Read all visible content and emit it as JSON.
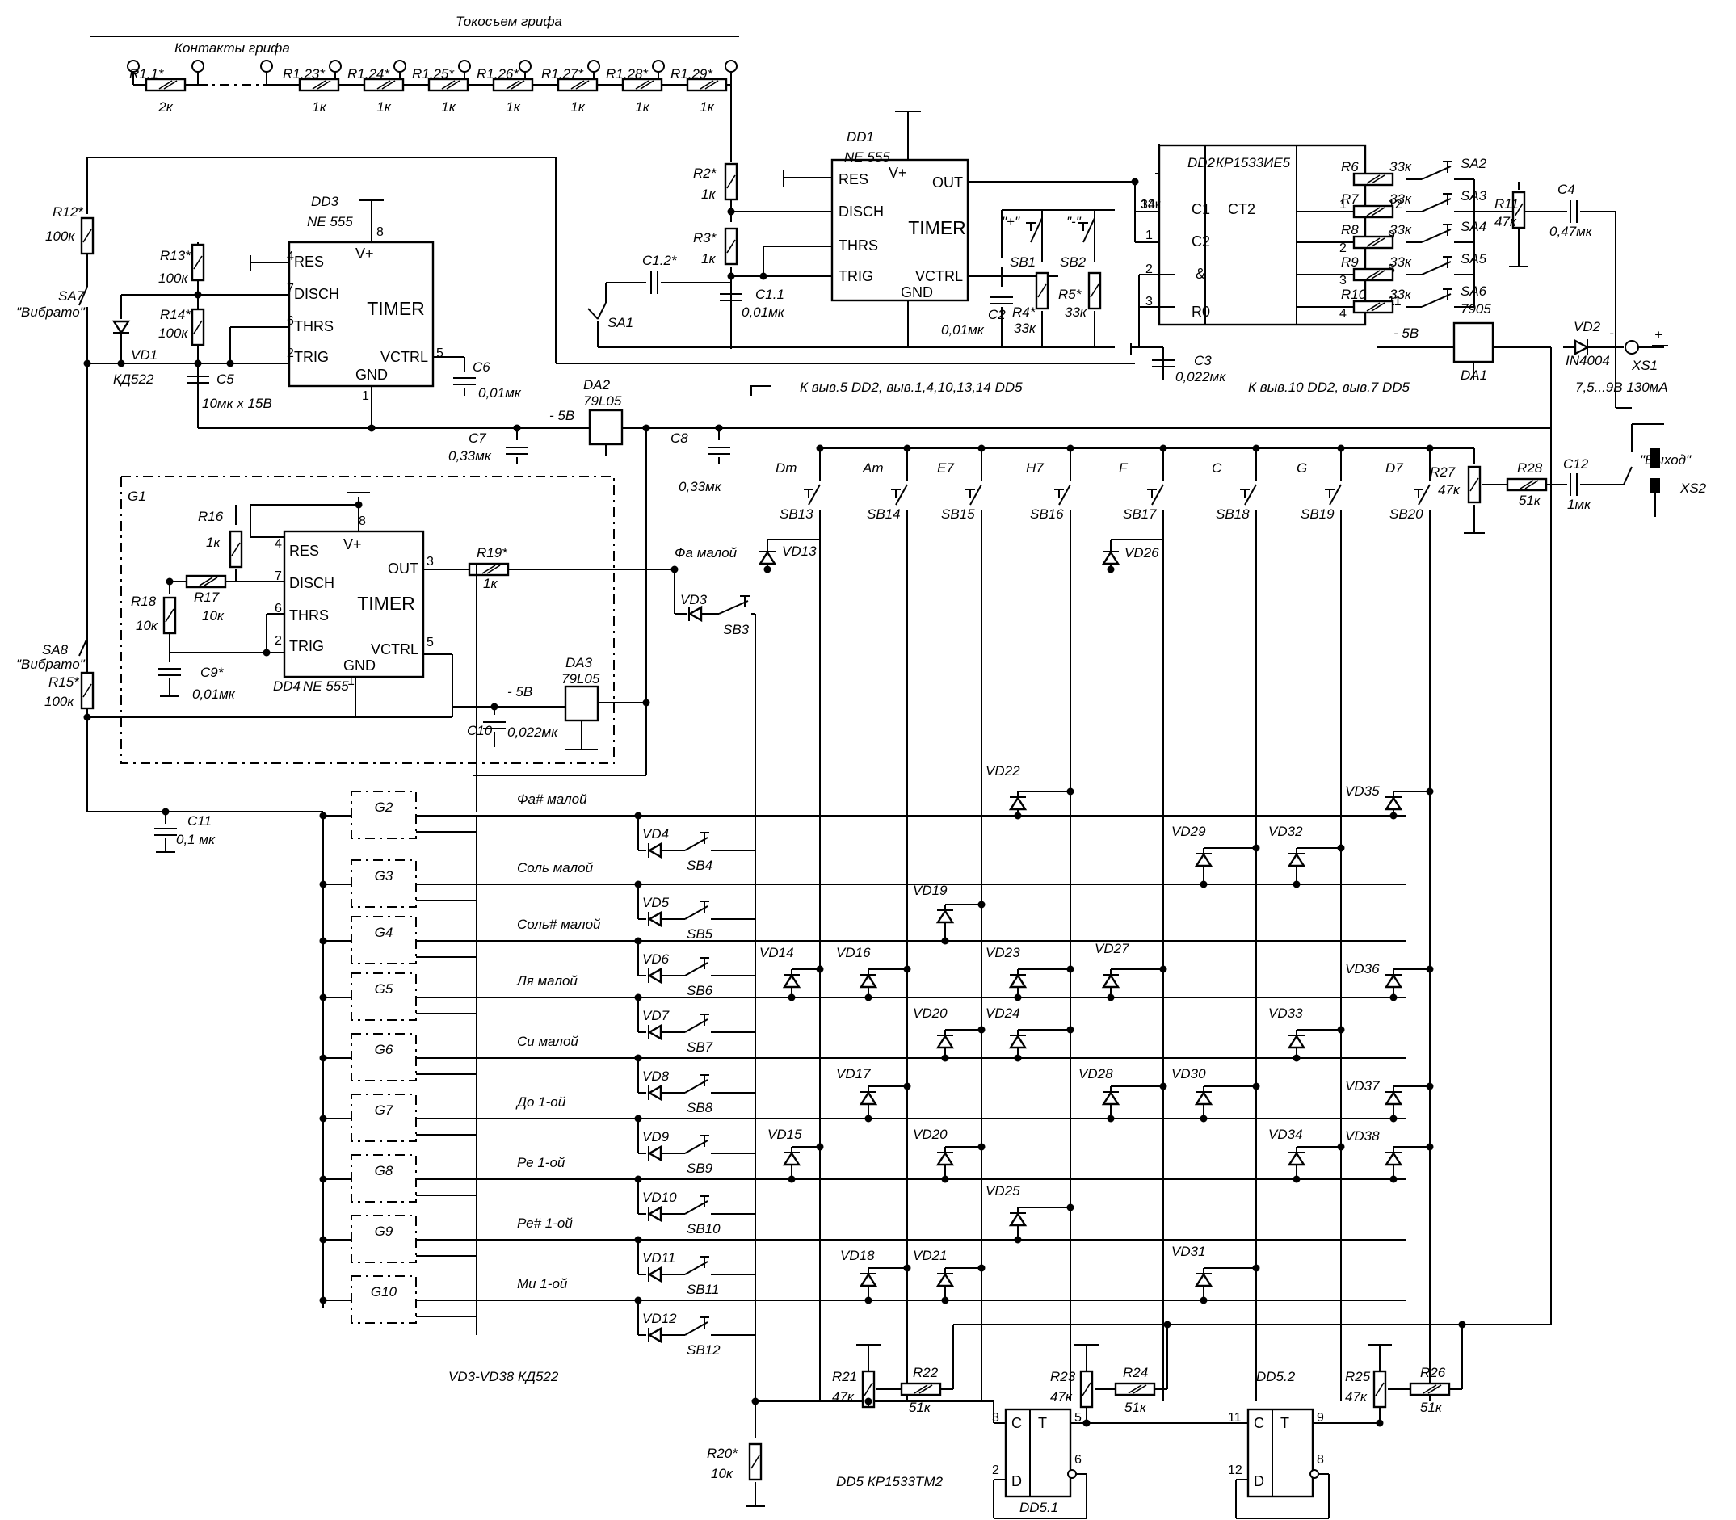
{
  "top": {
    "pickup_title": "Токосъем грифа",
    "contacts_title": "Контакты грифа"
  },
  "fret_resistors": [
    {
      "ref": "R1.1*",
      "val": "2к"
    },
    {
      "ref": "R1.23*",
      "val": "1к"
    },
    {
      "ref": "R1.24*",
      "val": "1к"
    },
    {
      "ref": "R1.25*",
      "val": "1к"
    },
    {
      "ref": "R1.26*",
      "val": "1к"
    },
    {
      "ref": "R1.27*",
      "val": "1к"
    },
    {
      "ref": "R1.28*",
      "val": "1к"
    },
    {
      "ref": "R1.29*",
      "val": "1к"
    }
  ],
  "timer": {
    "name": "TIMER",
    "pins": {
      "res": "RES",
      "disch": "DISCH",
      "thrs": "THRS",
      "trig": "TRIG",
      "vplus": "V+",
      "out": "OUT",
      "vctrl": "VCTRL",
      "gnd": "GND"
    },
    "dd1": {
      "ref": "DD1",
      "type": "NE 555"
    },
    "dd3": {
      "ref": "DD3",
      "type": "NE 555"
    },
    "dd4": {
      "ref": "DD4",
      "type": "NE 555"
    }
  },
  "dd2": {
    "ref": "DD2",
    "type": "КР1533ИЕ5",
    "c1": "C1",
    "c2": "C2",
    "ct": "CT2",
    "and": "&",
    "r0": "R0"
  },
  "dd5": {
    "title": "DD5 КР1533ТМ2",
    "u1": "DD5.1",
    "u2": "DD5.2",
    "c": "C",
    "t": "T",
    "d": "D"
  },
  "parts": {
    "R2": "R2*",
    "R2v": "1к",
    "R3": "R3*",
    "R3v": "1к",
    "C12s": "C1.2*",
    "C11s": "C1.1",
    "C11v": "0,01мк",
    "SA1": "SA1",
    "C2": "C2",
    "C2v": "0,01мк",
    "R4": "R4*",
    "R4v": "33к",
    "R5": "R5*",
    "R5v": "33к",
    "SB1": "SB1",
    "SB2": "SB2",
    "plus": "\"+\"",
    "minus": "\"-\"",
    "R12": "R12*",
    "R12v": "100к",
    "SA7": "SA7",
    "vibrato": "\"Вибрато\"",
    "R13": "R13*",
    "R13v": "100к",
    "R14": "R14*",
    "R14v": "100к",
    "VD1": "VD1",
    "VD1t": "КД522",
    "C5": "C5",
    "C5v": "10мк x 15В",
    "C6": "C6",
    "C6v": "0,01мк",
    "C7": "C7",
    "C7v": "0,33мк",
    "C8": "C8",
    "C8v": "0,33мк",
    "DA2": "DA2",
    "DA2t": "79L05",
    "m5v": "- 5В",
    "G1": "G1",
    "R16": "R16",
    "R16v": "1к",
    "R17": "R17",
    "R17v": "10к",
    "R18": "R18",
    "R18v": "10к",
    "C9": "C9*",
    "C9v": "0,01мк",
    "R19": "R19*",
    "R19v": "1к",
    "DA3": "DA3",
    "DA3t": "79L05",
    "C10": "C10",
    "C10v": "0,022мк",
    "SA8": "SA8",
    "R15": "R15*",
    "R15v": "100к",
    "C11": "C11",
    "C11bv": "0,1 мк",
    "R6": "R6",
    "R7": "R7",
    "R8": "R8",
    "R9": "R9",
    "R10": "R10",
    "r33": "33к",
    "SA2": "SA2",
    "SA3": "SA3",
    "SA4": "SA4",
    "SA5": "SA5",
    "SA6": "SA6",
    "R11": "R11",
    "R11v": "47к",
    "C4": "C4",
    "C4v": "0,47мк",
    "C3": "C3",
    "C3v": "0,022мк",
    "note1": "К выв.5 DD2, выв.1,4,10,13,14 DD5",
    "note2": "К выв.10 DD2, выв.7 DD5",
    "DA1": "DA1",
    "r7905": "7905",
    "VD2": "VD2",
    "VD2t": "IN4004",
    "XS1": "XS1",
    "XS1v": "7,5...9В 130мА",
    "out_label": "\"Выход\"",
    "XS2": "XS2",
    "R27": "R27",
    "R27v": "47к",
    "R28": "R28",
    "R28v": "51к",
    "C12": "C12",
    "C12v": "1мк",
    "R21": "R21",
    "R21v": "47к",
    "R22": "R22",
    "R22v": "51к",
    "R23": "R23",
    "R23v": "47к",
    "R24": "R24",
    "R24v": "51к",
    "R25": "R25",
    "R25v": "47к",
    "R26": "R26",
    "R26v": "51к",
    "R20": "R20*",
    "R20v": "10к",
    "diodes_note": "VD3-VD38 КД522",
    "VD3": "VD3",
    "SB3": "SB3",
    "fa_small": "Фа малой",
    "VD13": "VD13",
    "VD26": "VD26"
  },
  "chords": [
    {
      "name": "Dm",
      "sb": "SB13"
    },
    {
      "name": "Am",
      "sb": "SB14"
    },
    {
      "name": "E7",
      "sb": "SB15"
    },
    {
      "name": "H7",
      "sb": "SB16"
    },
    {
      "name": "F",
      "sb": "SB17"
    },
    {
      "name": "C",
      "sb": "SB18"
    },
    {
      "name": "G",
      "sb": "SB19"
    },
    {
      "name": "D7",
      "sb": "SB20"
    }
  ],
  "notes": [
    {
      "g": "G2",
      "name": "Фа# малой",
      "vd": "VD4",
      "sb": "SB4"
    },
    {
      "g": "G3",
      "name": "Соль малой",
      "vd": "VD5",
      "sb": "SB5"
    },
    {
      "g": "G4",
      "name": "Соль# малой",
      "vd": "VD6",
      "sb": "SB6"
    },
    {
      "g": "G5",
      "name": "Ля малой",
      "vd": "VD7",
      "sb": "SB7"
    },
    {
      "g": "G6",
      "name": "Си малой",
      "vd": "VD8",
      "sb": "SB8"
    },
    {
      "g": "G7",
      "name": "До 1-ой",
      "vd": "VD9",
      "sb": "SB9"
    },
    {
      "g": "G8",
      "name": "Ре 1-ой",
      "vd": "VD10",
      "sb": "SB10"
    },
    {
      "g": "G9",
      "name": "Ре# 1-ой",
      "vd": "VD11",
      "sb": "SB11"
    },
    {
      "g": "G10",
      "name": "Ми 1-ой",
      "vd": "VD12",
      "sb": "SB12"
    }
  ],
  "matrix_diodes": [
    "VD14",
    "VD15",
    "VD16",
    "VD17",
    "VD18",
    "VD19",
    "VD20",
    "VD20",
    "VD21",
    "VD22",
    "VD23",
    "VD24",
    "VD25",
    "VD27",
    "VD28",
    "VD29",
    "VD30",
    "VD31",
    "VD32",
    "VD33",
    "VD34",
    "VD35",
    "VD36",
    "VD37",
    "VD38"
  ]
}
